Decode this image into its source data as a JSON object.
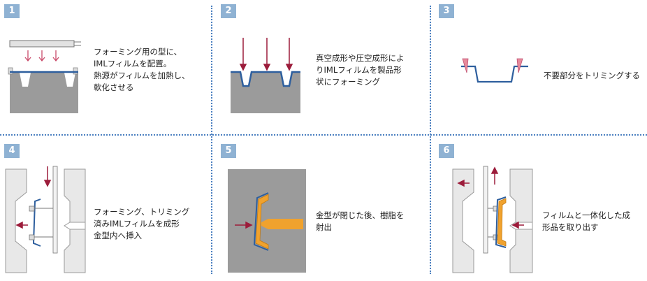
{
  "steps": [
    {
      "number": "1",
      "caption": "フォーミング用の型に、\nIMLフィルムを配置。\n熱源がフィルムを加熱し、\n軟化させる"
    },
    {
      "number": "2",
      "caption": "真空成形や圧空成形によ\nりIMLフィルムを製品形\n状にフォーミング"
    },
    {
      "number": "3",
      "caption": "不要部分をトリミングする"
    },
    {
      "number": "4",
      "caption": "フォーミング、トリミング\n済みIMLフィルムを成形\n金型内へ挿入"
    },
    {
      "number": "5",
      "caption": "金型が閉じた後、樹脂を\n射出"
    },
    {
      "number": "6",
      "caption": "フィルムと一体化した成\n形品を取り出す"
    }
  ],
  "colors": {
    "badge": "#8fb2d3",
    "divider": "#4a7fc0",
    "mold_gray": "#9b9b9b",
    "mold_light": "#e8e8e8",
    "film_blue": "#2e5f9e",
    "arrow_red": "#9c1c3b",
    "resin_orange": "#f0a22e"
  }
}
